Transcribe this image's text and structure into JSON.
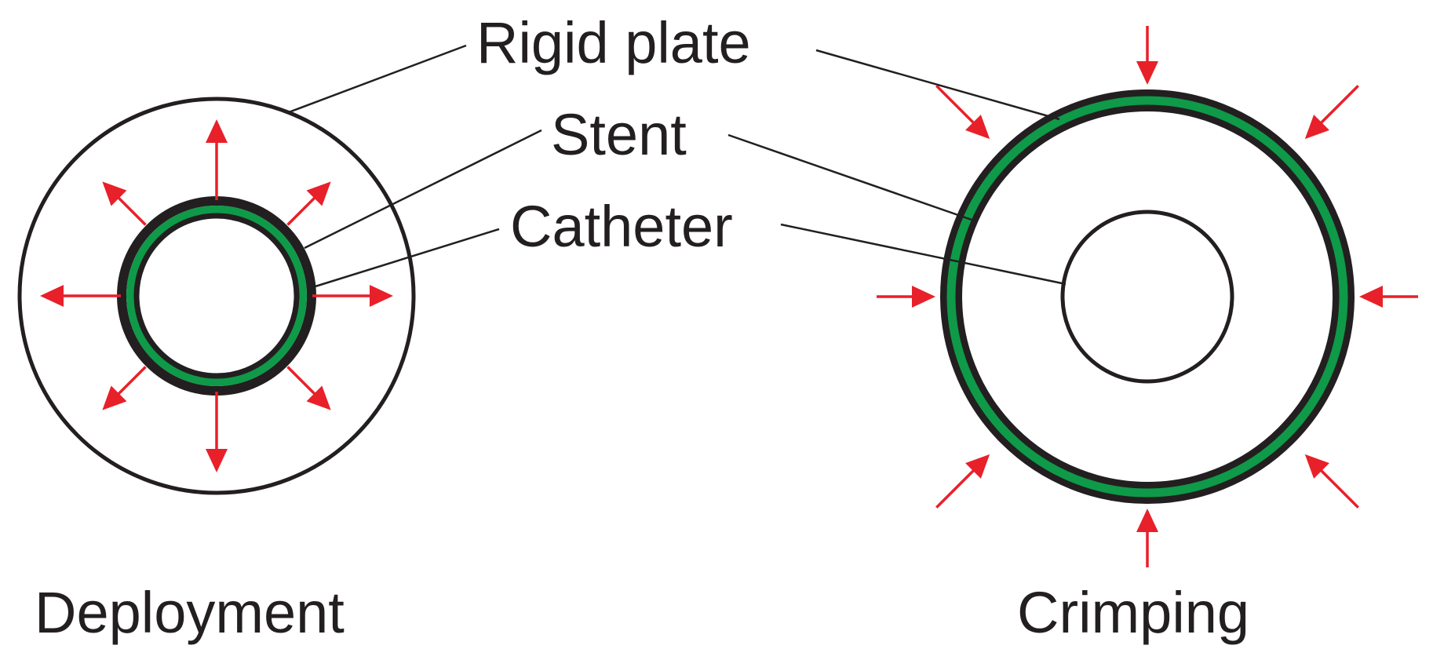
{
  "labels": {
    "rigid_plate": "Rigid plate",
    "stent": "Stent",
    "catheter": "Catheter",
    "deployment": "Deployment",
    "crimping": "Crimping"
  },
  "colors": {
    "outline": "#231f20",
    "stent": "#0e9a48",
    "force_arrow": "#e8202a",
    "background": "#ffffff"
  }
}
